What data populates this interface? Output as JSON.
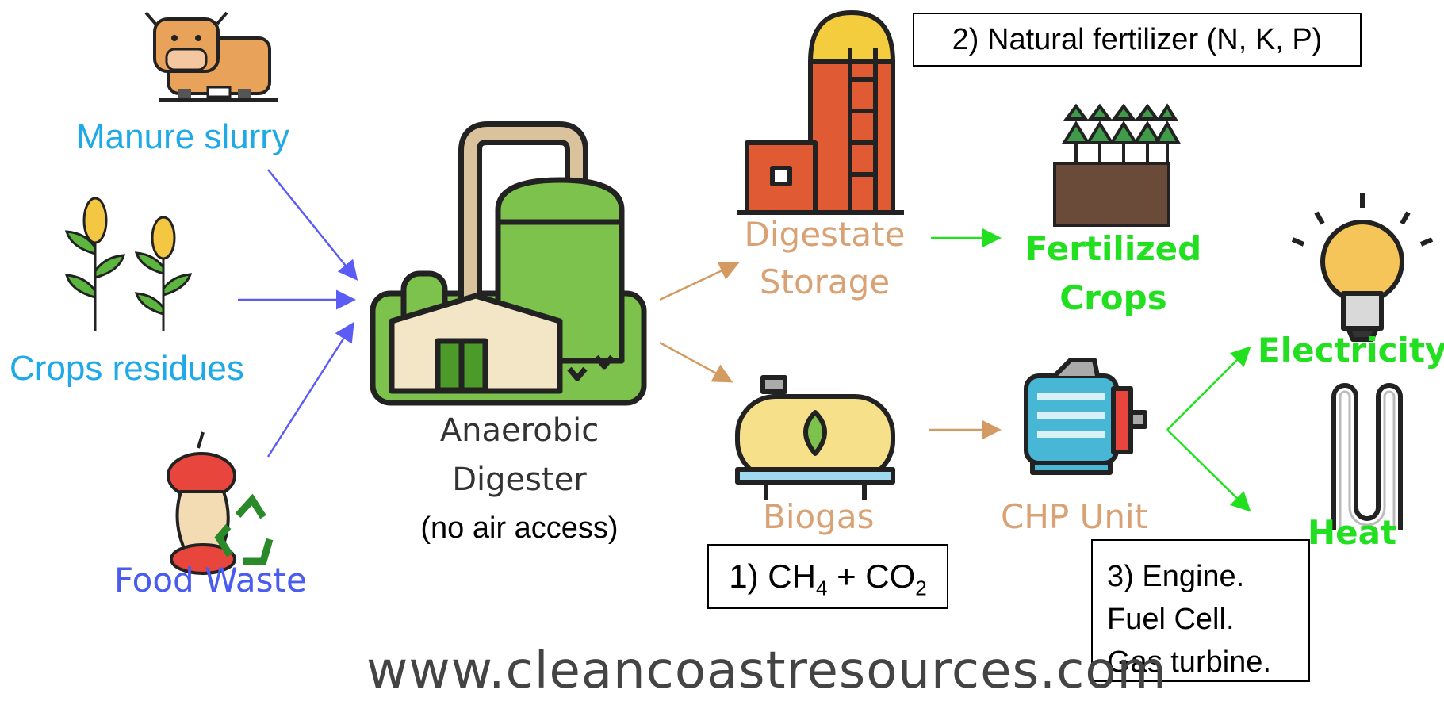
{
  "inputs": {
    "manure": "Manure slurry",
    "crops": "Crops residues",
    "food": "Food Waste"
  },
  "digester": {
    "line1": "Anaerobic",
    "line2": "Digester",
    "line3": "(no air access)"
  },
  "digestate": {
    "line1": "Digestate",
    "line2": "Storage"
  },
  "fertilized": {
    "line1": "Fertilized",
    "line2": "Crops"
  },
  "biogas": "Biogas",
  "chp": "CHP Unit",
  "electricity": "Electricity",
  "heat": "Heat",
  "notes": {
    "fertilizer": "2) Natural fertilizer (N, K, P)",
    "gas_prefix": "1) CH",
    "gas_sub1": "4",
    "gas_mid": " + CO",
    "gas_sub2": "2",
    "chp_line1": "3) Engine.",
    "chp_line2": "Fuel Cell.",
    "chp_line3": "Gas turbine."
  },
  "website": "www.cleancoastresources.com",
  "colors": {
    "input_label": "#1fa9e6",
    "food_label": "#4a5cf0",
    "tan_label": "#d9a274",
    "green_label": "#22e020",
    "input_arrow": "#5a5cf5",
    "tan_arrow": "#d39a62",
    "green_arrow": "#22e020"
  },
  "icons": [
    "cow-icon",
    "corn-icon",
    "apple-core-icon",
    "recycle-icon",
    "digester-icon",
    "silo-icon",
    "field-icon",
    "tank-icon",
    "motor-icon",
    "bulb-icon",
    "heater-icon"
  ]
}
